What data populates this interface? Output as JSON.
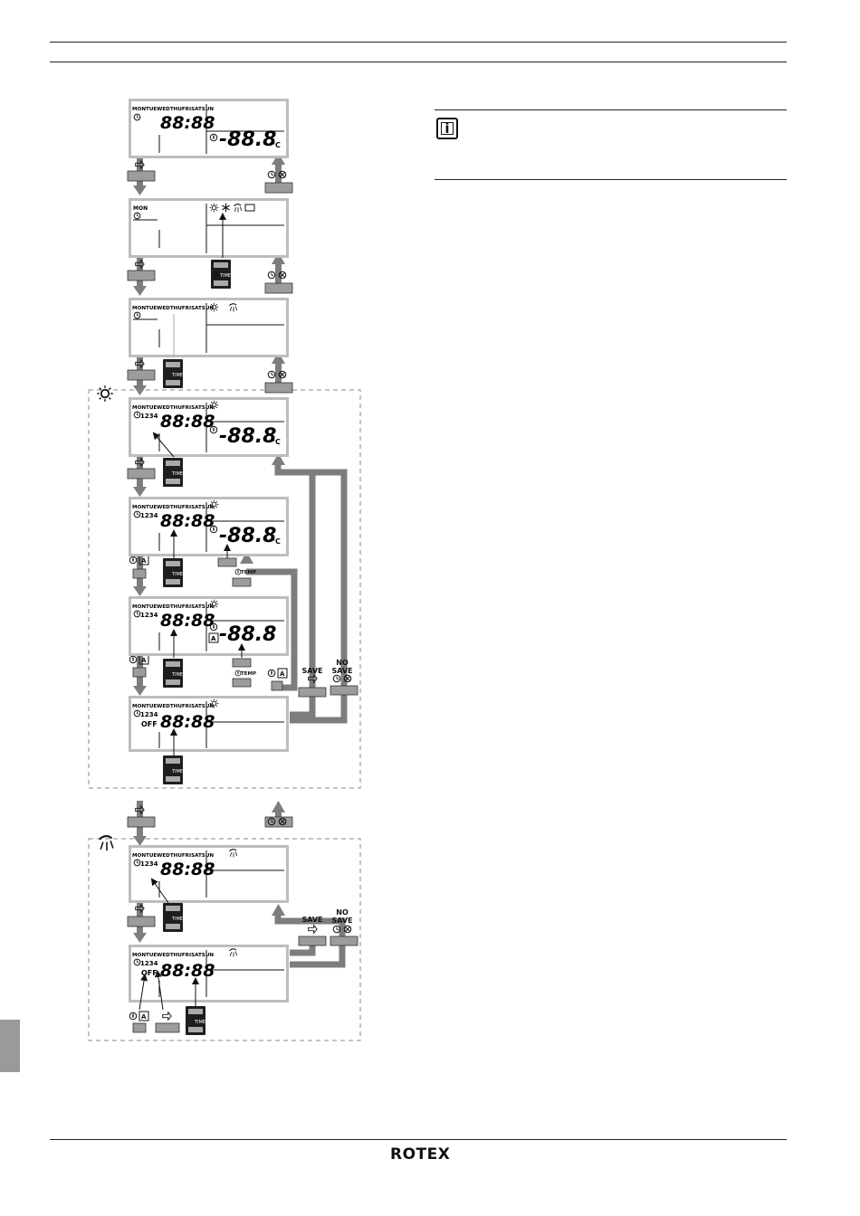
{
  "brand": {
    "logo_text": "ROTEX"
  },
  "lcd": {
    "days_full": "MONTUEWEDTHUFRISATSUN",
    "day_mon": "MON",
    "program": "1234",
    "time": "88:88",
    "temp": "-88.8",
    "unit_c": "°C",
    "off": "OFF"
  },
  "buttons": {
    "timer": "TIMER",
    "temp": "TEMP",
    "save": "SAVE",
    "no_save_line1": "NO",
    "no_save_line2": "SAVE",
    "auto": "A"
  }
}
